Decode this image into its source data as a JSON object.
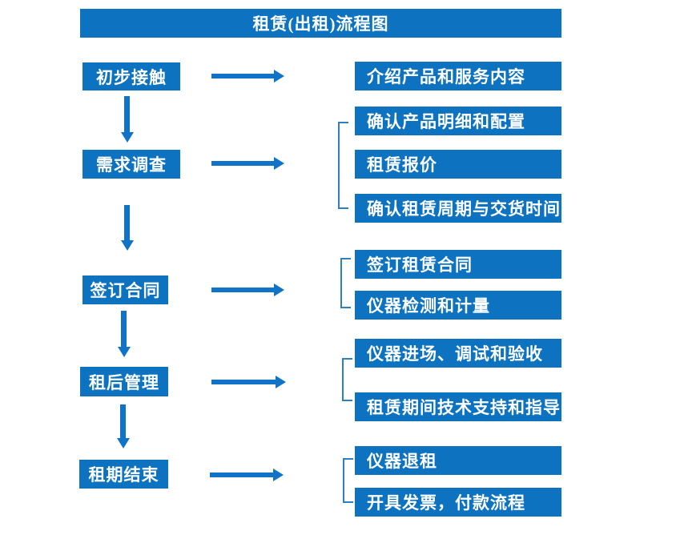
{
  "title": "租赁(出租)流程图",
  "colors": {
    "box": "#0d72c0",
    "arrow": "#1173c8",
    "bracket": "#2e7fc2",
    "text": "#ffffff",
    "background": "#ffffff"
  },
  "stages": [
    {
      "label": "初步接触",
      "outputs": [
        "介绍产品和服务内容"
      ]
    },
    {
      "label": "需求调查",
      "outputs": [
        "确认产品明细和配置",
        "租赁报价",
        "确认租赁周期与交货时间"
      ]
    },
    {
      "label": "签订合同",
      "outputs": [
        "签订租赁合同",
        "仪器检测和计量"
      ]
    },
    {
      "label": "租后管理",
      "outputs": [
        "仪器进场、调试和验收",
        "租赁期间技术支持和指导"
      ]
    },
    {
      "label": "租期结束",
      "outputs": [
        "仪器退租",
        "开具发票，付款流程"
      ]
    }
  ]
}
